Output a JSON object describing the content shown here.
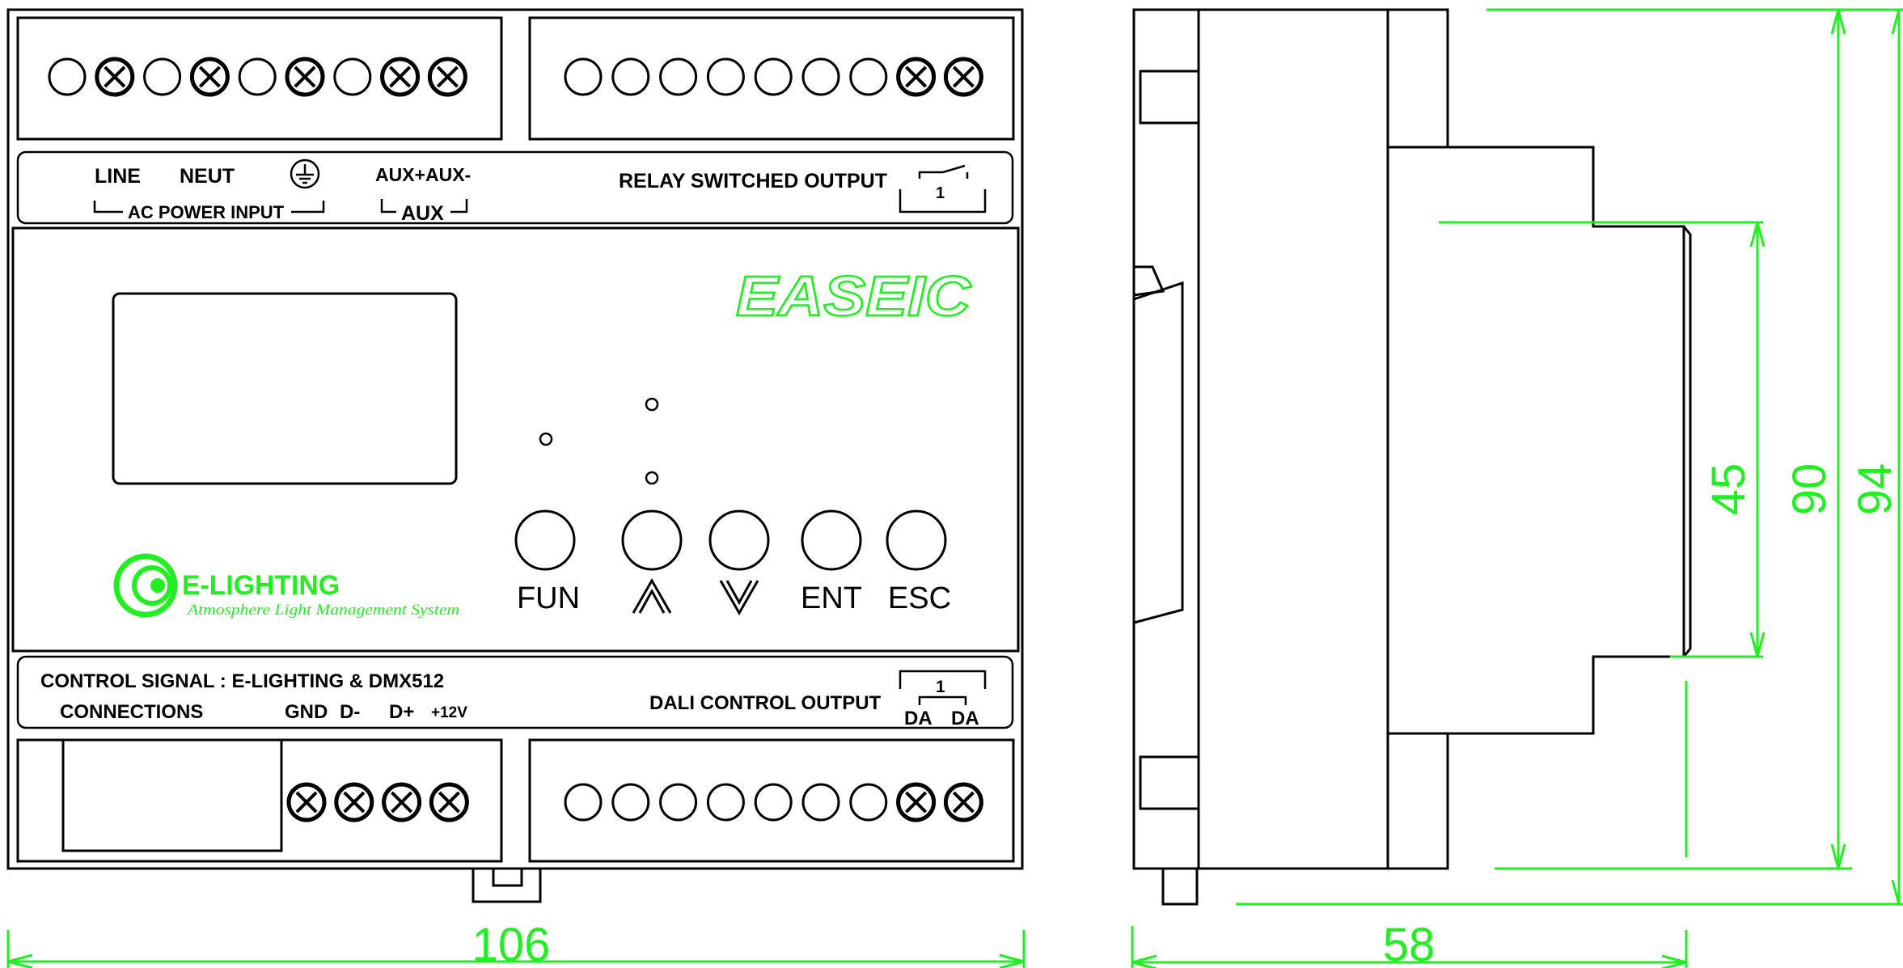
{
  "labels": {
    "line": "LINE",
    "neut": "NEUT",
    "ac_power_input": "AC POWER INPUT",
    "aux_pair": "AUX+AUX-",
    "aux": "AUX",
    "relay_output": "RELAY SWITCHED OUTPUT",
    "relay_channel": "1",
    "control_signal": "CONTROL SIGNAL : E-LIGHTING & DMX512",
    "connections": "CONNECTIONS",
    "gnd": "GND",
    "d_minus": "D-",
    "d_plus": "D+",
    "plus_12v": "+12V",
    "dali_output": "DALI CONTROL OUTPUT",
    "dali_channel": "1",
    "da_1": "DA",
    "da_2": "DA"
  },
  "brand": {
    "logo_text": "EASEIC",
    "e_lighting": "E-LIGHTING",
    "tagline": "Atmosphere Light Management System"
  },
  "buttons": {
    "fun": "FUN",
    "ent": "ENT",
    "esc": "ESC"
  },
  "dimensions": {
    "width": "106",
    "depth": "58",
    "height_inner": "45",
    "height_mid": "90",
    "height_total": "94"
  },
  "colors": {
    "dimension_lines": "#22ee22",
    "outline": "#000000"
  }
}
